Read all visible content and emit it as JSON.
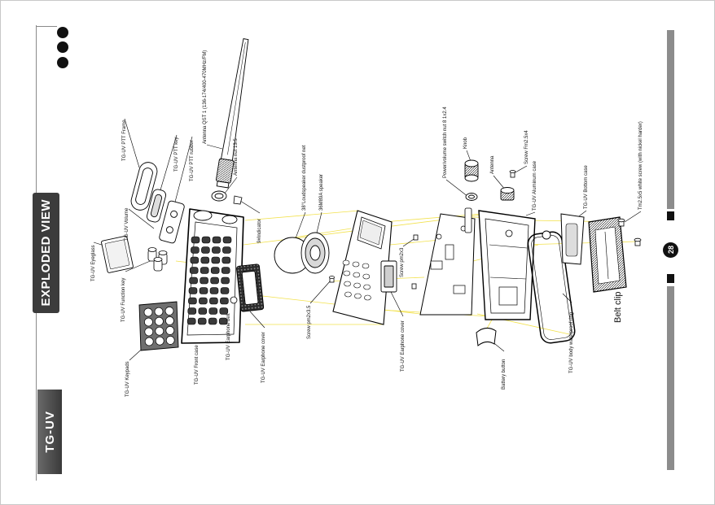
{
  "header": {
    "model": "TG-UV",
    "section_title": "EXPLODED VIEW"
  },
  "page_number": "28",
  "labels": {
    "eyeglass": "TG-UV Eyeglass",
    "ptt_frame": "TG-UV PTT Frame",
    "ptt_key": "TG-UV PTT key",
    "ptt_rubber": "TG-UV PTT rubber",
    "volume": "TG-UV Volume",
    "function_key": "TG-UV Function key",
    "keypads": "TG-UV Keypads",
    "front_case": "TG-UV Front case",
    "earphone_belt": "TG-UV Earphone belt",
    "earphone_cover_left": "TG-UV Earphone cover",
    "antenna_qst": "Antenna QST 1 (136-174/400-470MHz/FM)",
    "antenna_nut": "Antenna nut 13.5",
    "indicator": "9#Indicator",
    "dustproof_net": "38°Loudspeaker dustproof net",
    "speaker": "36M89A speaker",
    "screw_pm2x3_5": "Screw pm2x3.5",
    "screw_pm2x3": "Screw pm2x3",
    "earphone_cover_mid": "TG-UV Earphone cover",
    "switch_nut": "Power/volume switch nut 8 1x2.4",
    "knob": "Knob",
    "antenna": "Antenna",
    "screw_fm": "Screw Fm2.5x4",
    "aluminum_case": "TG-UV Aluminum case",
    "bottom_case": "TG-UV Bottom case",
    "white_screw": "Tm2.5x5 white screw (with nickel harder)",
    "battery_button": "Battery button",
    "waterproof_ring": "TG-UV body waterproof ring",
    "belt_clip": "Belt clip"
  },
  "colors": {
    "guide_lines": "#f2e14c",
    "header_box": "#3c3c3c",
    "side_bar": "#8c8c8c"
  }
}
